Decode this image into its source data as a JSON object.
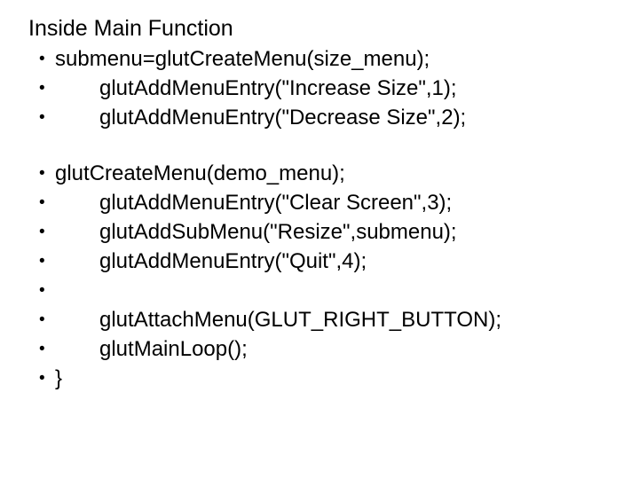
{
  "slide": {
    "title": "Inside Main Function",
    "background_color": "#ffffff",
    "text_color": "#000000",
    "bullet_glyph": "•",
    "lines": [
      {
        "text": "submenu=glutCreateMenu(size_menu);",
        "indent": 0,
        "bullet": true,
        "gap_before": false
      },
      {
        "text": "glutAddMenuEntry(\"Increase Size\",1);",
        "indent": 1,
        "bullet": true,
        "gap_before": false
      },
      {
        "text": "glutAddMenuEntry(\"Decrease Size\",2);",
        "indent": 1,
        "bullet": true,
        "gap_before": false
      },
      {
        "text": "glutCreateMenu(demo_menu);",
        "indent": 0,
        "bullet": true,
        "gap_before": true
      },
      {
        "text": "glutAddMenuEntry(\"Clear Screen\",3);",
        "indent": 1,
        "bullet": true,
        "gap_before": false
      },
      {
        "text": "glutAddSubMenu(\"Resize\",submenu);",
        "indent": 1,
        "bullet": true,
        "gap_before": false
      },
      {
        "text": "glutAddMenuEntry(\"Quit\",4);",
        "indent": 1,
        "bullet": true,
        "gap_before": false
      },
      {
        "text": "",
        "indent": 1,
        "bullet": true,
        "gap_before": false
      },
      {
        "text": "glutAttachMenu(GLUT_RIGHT_BUTTON);",
        "indent": 1,
        "bullet": true,
        "gap_before": false
      },
      {
        "text": "glutMainLoop();",
        "indent": 1,
        "bullet": true,
        "gap_before": false
      },
      {
        "text": "}",
        "indent": 0,
        "bullet": true,
        "gap_before": false
      }
    ]
  }
}
